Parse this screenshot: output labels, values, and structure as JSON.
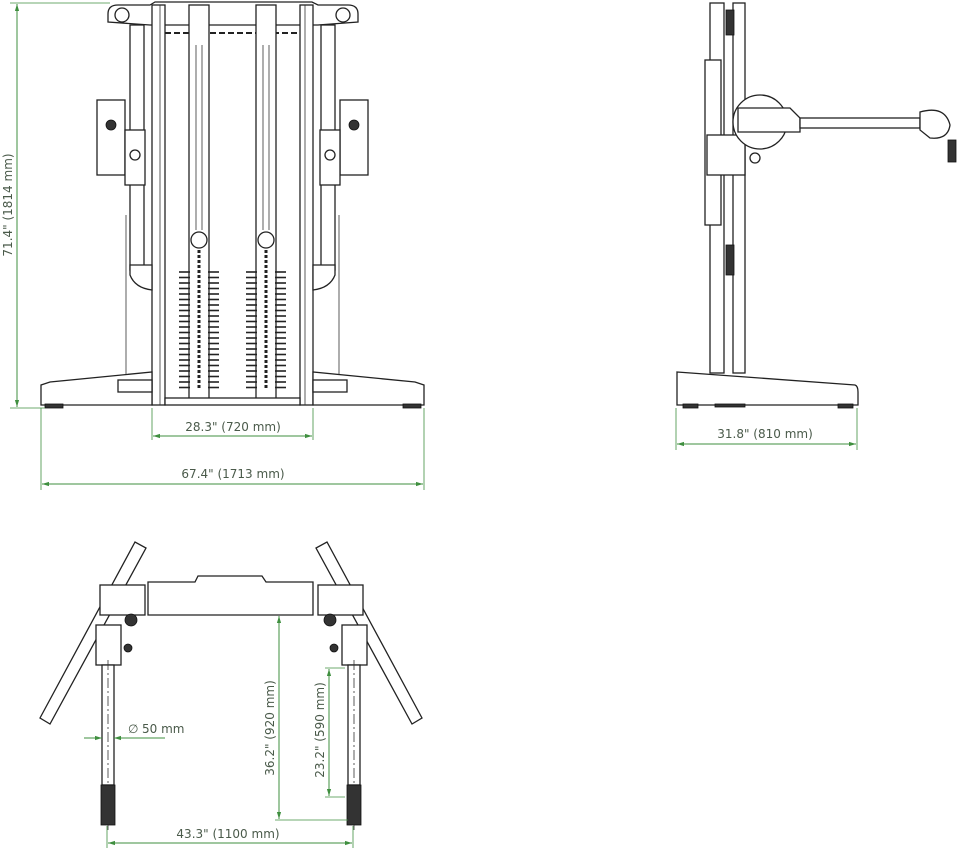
{
  "colors": {
    "dimension_line": "#3f8f3f",
    "dimension_text": "#4a5a4a",
    "drawing_line": "#222222"
  },
  "front_view": {
    "height_label": "71.4\" (1814 mm)",
    "inner_width_label": "28.3\" (720 mm)",
    "overall_width_label": "67.4\" (1713 mm)"
  },
  "side_view": {
    "depth_label": "31.8\" (810 mm)"
  },
  "top_view": {
    "diameter_label": "50 mm",
    "diameter_symbol": "∅",
    "arm_reach_label": "36.2\" (920 mm)",
    "arm_offset_label": "23.2\" (590 mm)",
    "arm_spread_label": "43.3\" (1100 mm)"
  }
}
